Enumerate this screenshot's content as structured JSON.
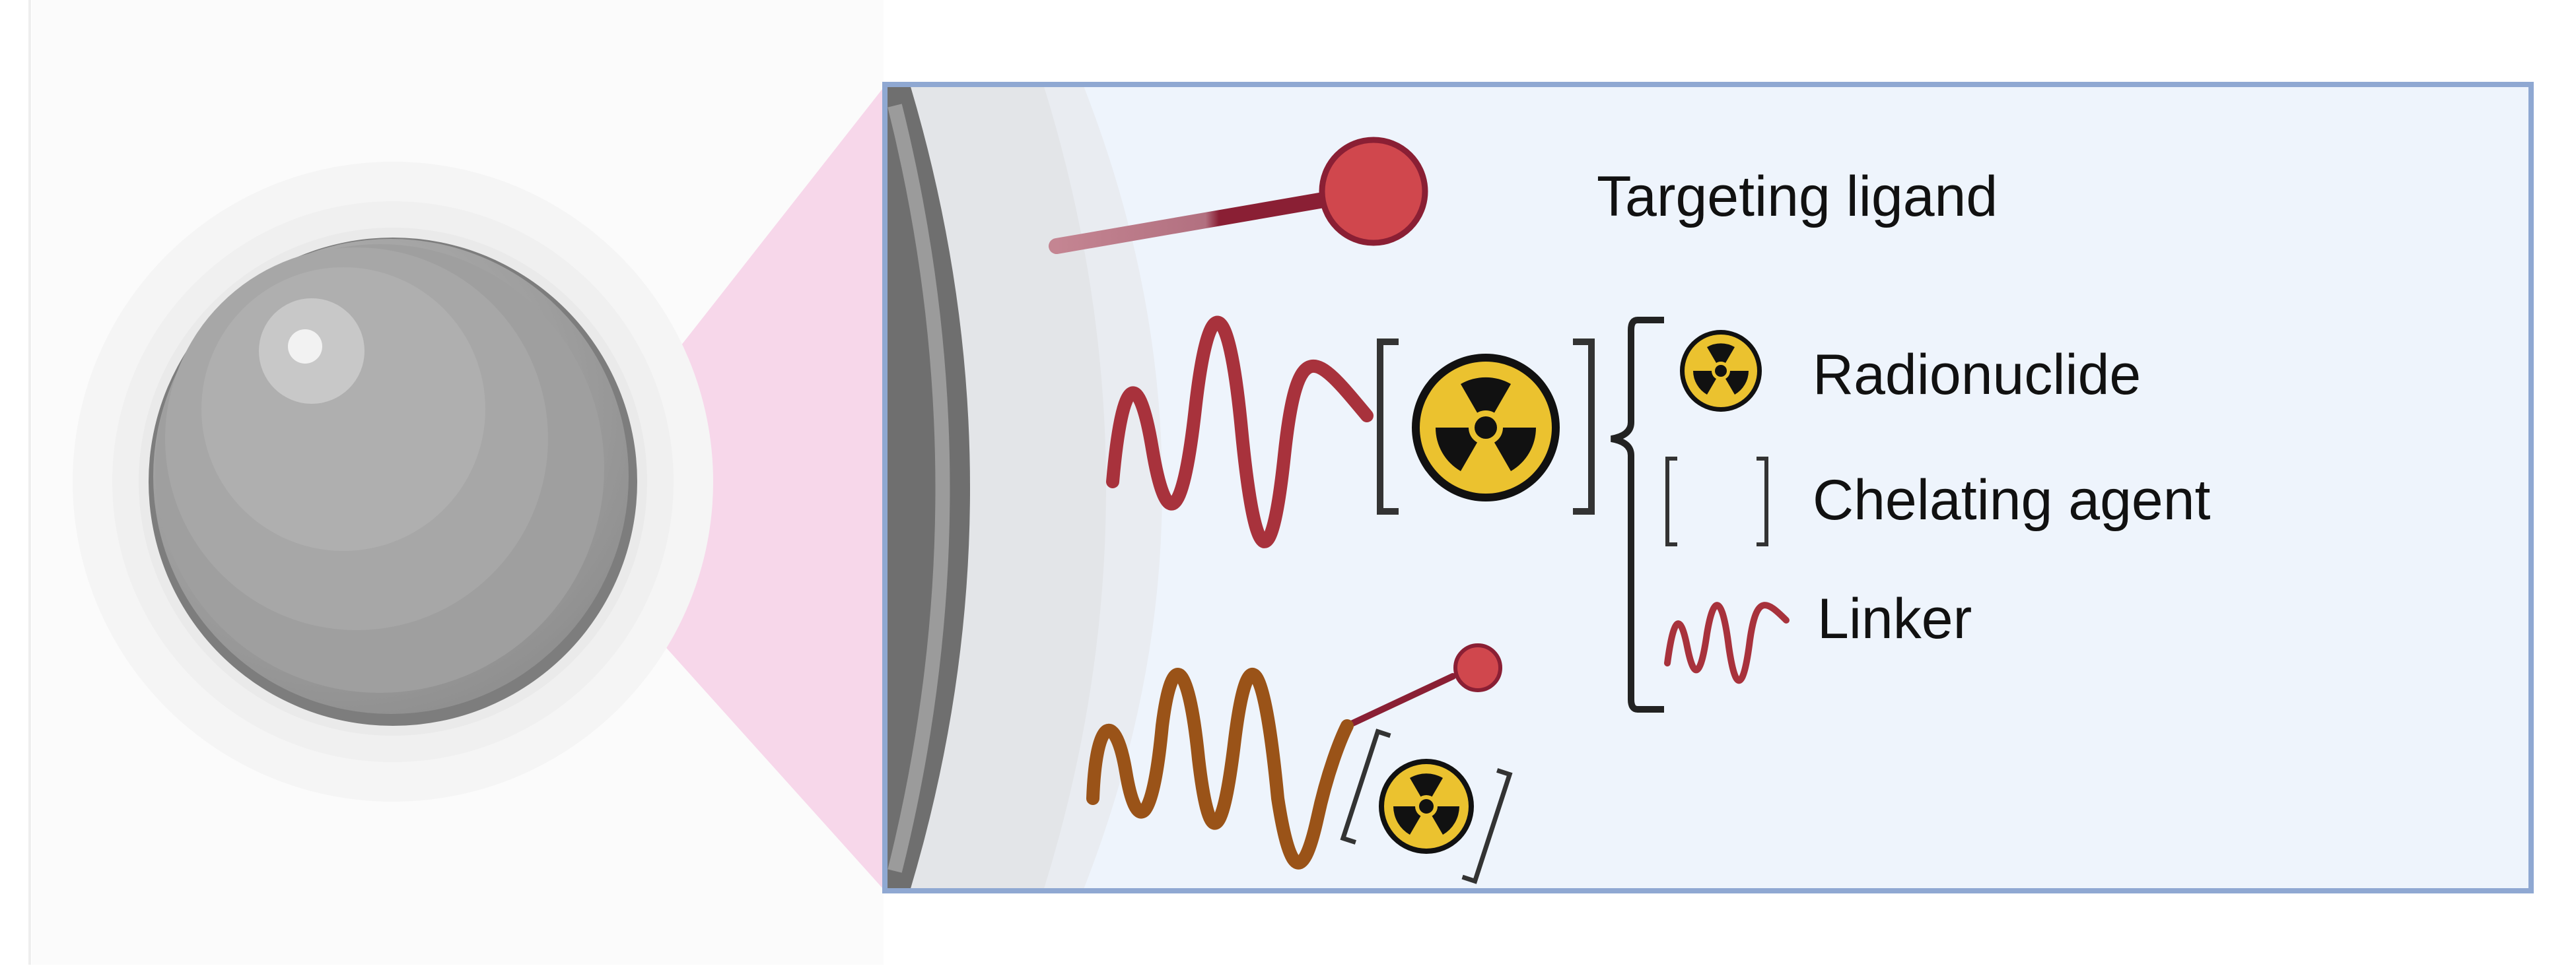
{
  "labels": {
    "targeting_ligand": "Targeting ligand",
    "radionuclide": "Radionuclide",
    "chelating_agent": "Chelating agent",
    "linker": "Linker"
  },
  "colors": {
    "panel_fill": "#eef4fc",
    "panel_border": "#8fa8d2",
    "zoom_cone": "#f7d7ea",
    "sphere": "#9a9a9a",
    "ligand_ball": "#d0474d",
    "linker_red": "#a8323c",
    "linker_brown": "#9a5318",
    "radiation_yellow": "#ebc22f",
    "bracket": "#333333"
  },
  "icons": [
    "nanoparticle-sphere",
    "radiation-trefoil-icon",
    "bracket-icon",
    "brace-icon",
    "wave-linker-icon",
    "ligand-stick-icon"
  ]
}
